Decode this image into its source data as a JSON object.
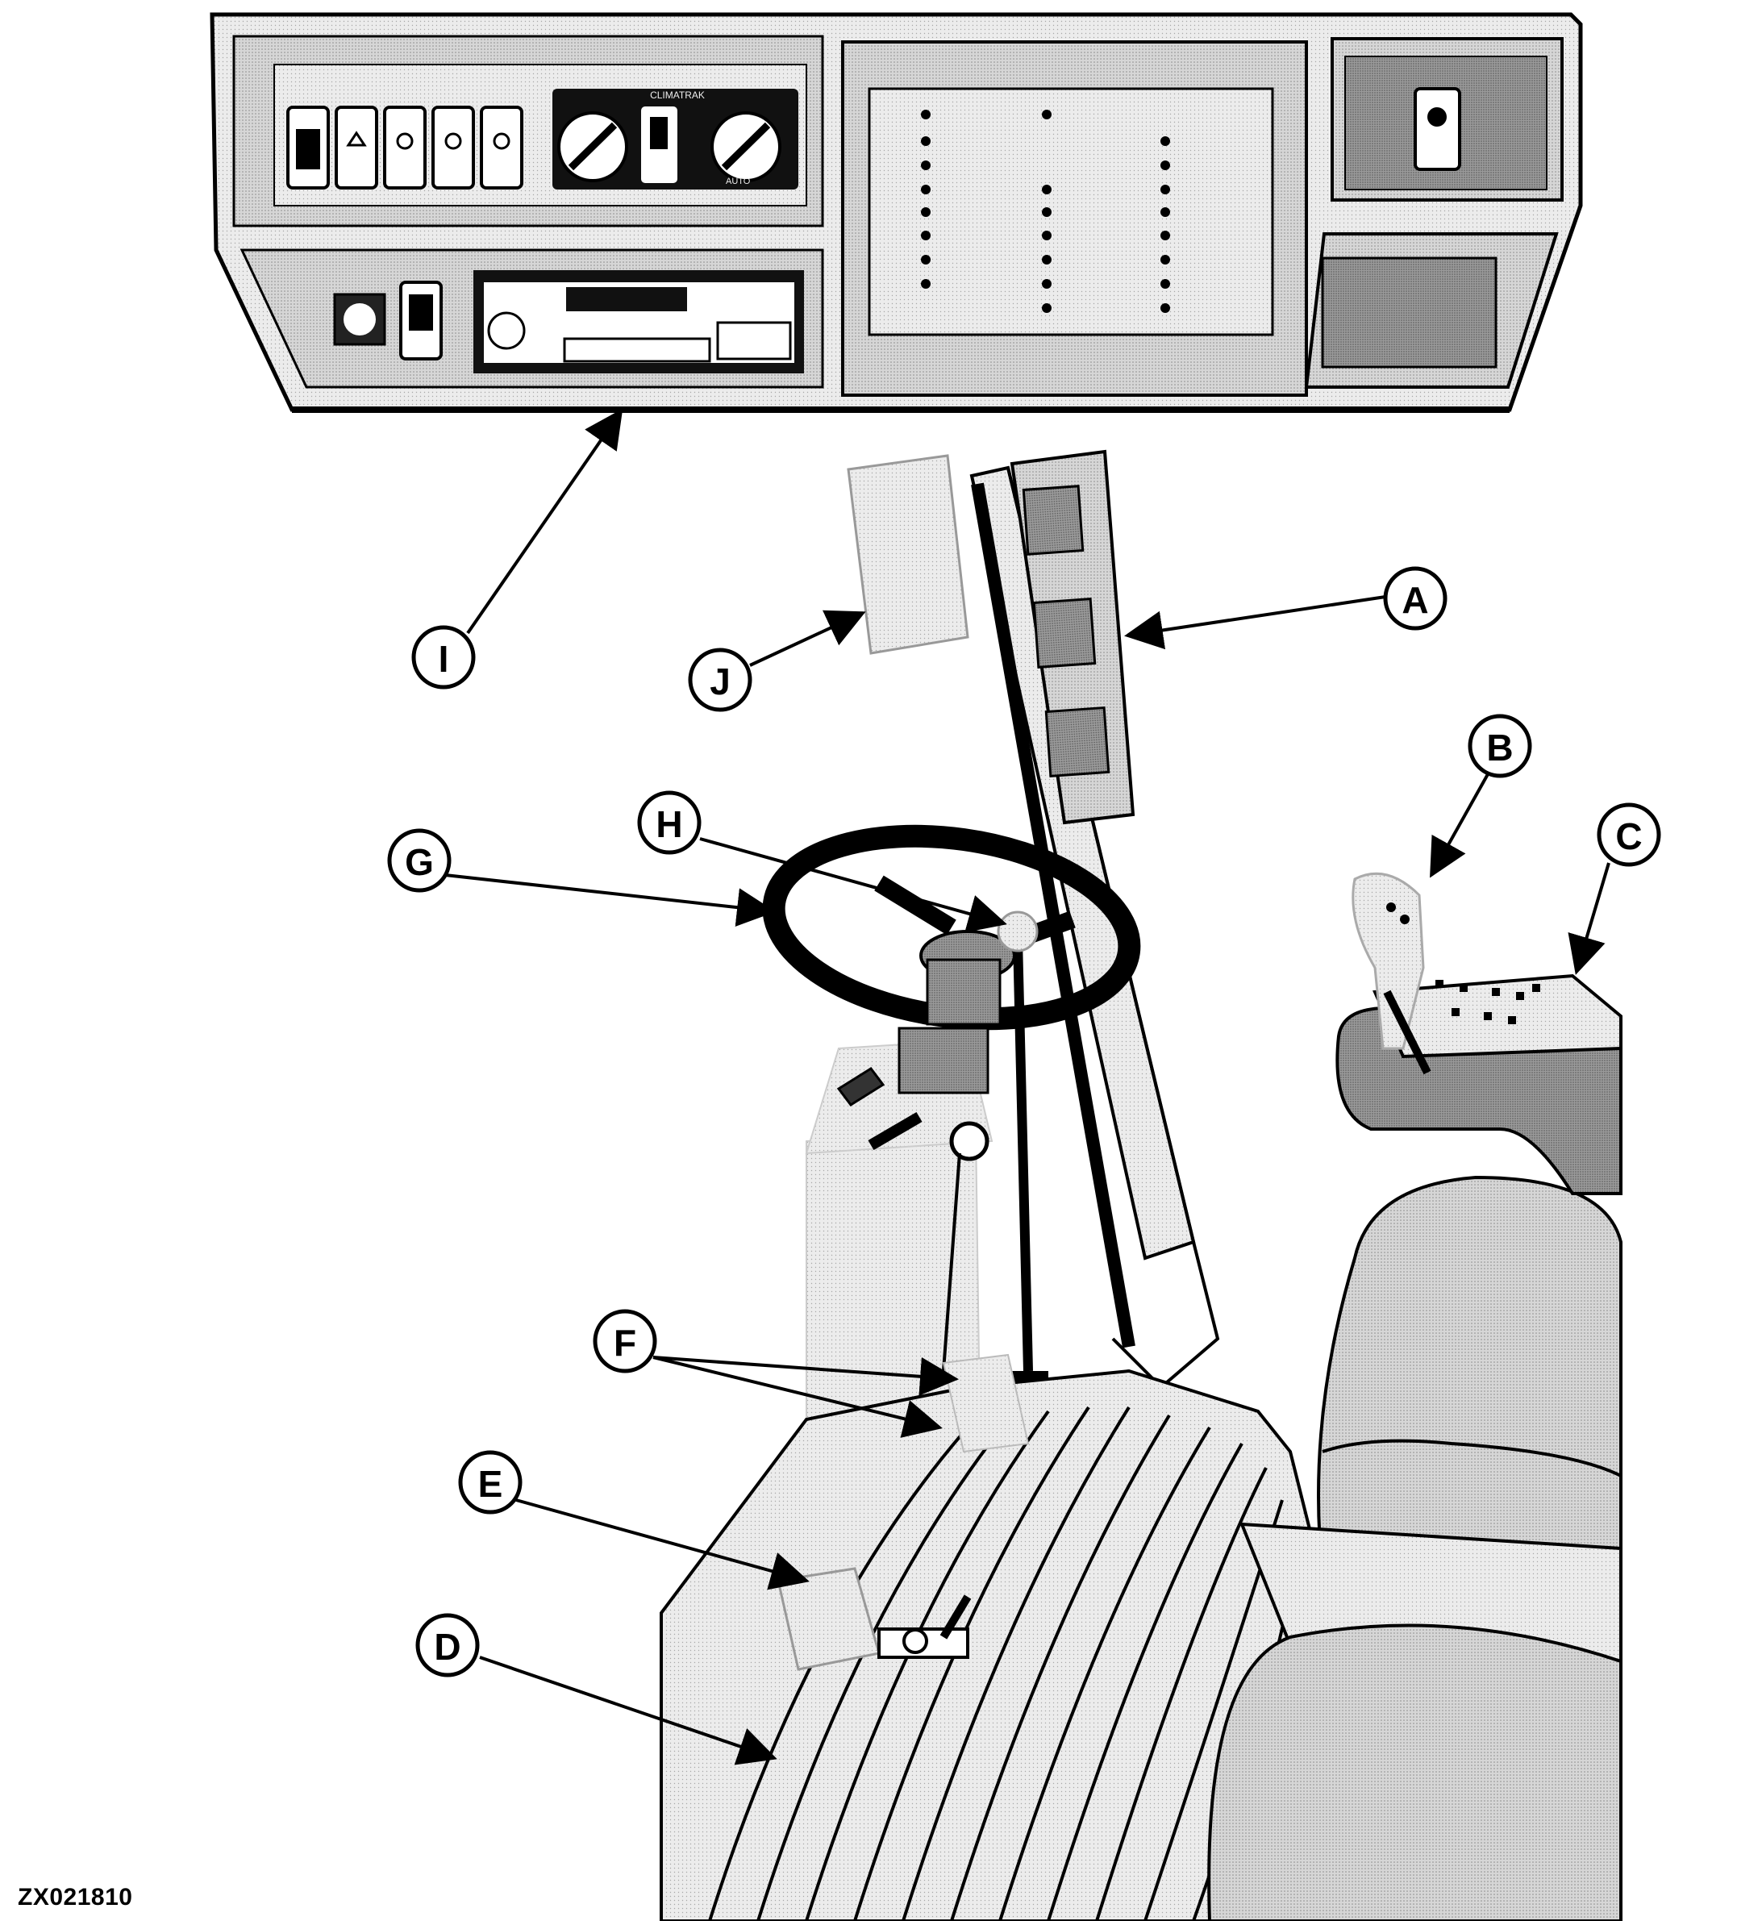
{
  "figure_id": "ZX021810",
  "panel_labels": {
    "climate": "CLIMATRAK",
    "auto": "AUTO"
  },
  "callouts": [
    {
      "id": "A",
      "letter": "A",
      "target": "corner-post-display-unit"
    },
    {
      "id": "B",
      "letter": "B",
      "target": "multifunction-control-lever"
    },
    {
      "id": "C",
      "letter": "C",
      "target": "armrest-control-console"
    },
    {
      "id": "D",
      "letter": "D",
      "target": "brake-pedal"
    },
    {
      "id": "E",
      "letter": "E",
      "target": "clutch-pedal"
    },
    {
      "id": "F",
      "letter": "F",
      "target": "steering-column-adjust-pedals"
    },
    {
      "id": "G",
      "letter": "G",
      "target": "steering-wheel"
    },
    {
      "id": "H",
      "letter": "H",
      "target": "reverser-lever-knob"
    },
    {
      "id": "I",
      "letter": "I",
      "target": "overhead-control-panel"
    },
    {
      "id": "J",
      "letter": "J",
      "target": "mirror-monitor"
    }
  ],
  "colors": {
    "ink": "#000000",
    "shade_light": "#e4e4e4",
    "shade_mid": "#c9c9c9",
    "shade_dark": "#9a9a9a",
    "shade_deep": "#7a7a7a"
  }
}
